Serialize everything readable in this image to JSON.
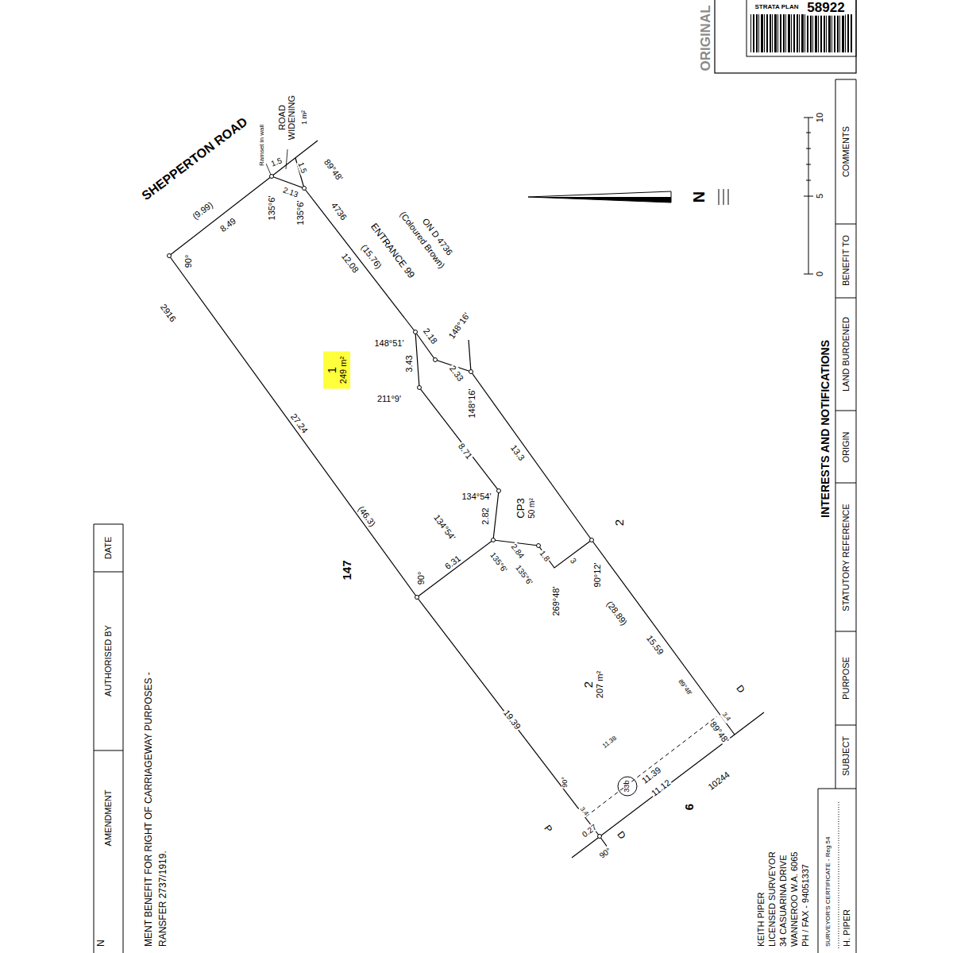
{
  "diagram": {
    "nodes": [
      {
        "text": [
          "1",
          "249 m²"
        ]
      },
      {
        "text": [
          "CP3",
          "50 m²"
        ]
      },
      {
        "text": [
          "2",
          "207 m²"
        ]
      }
    ],
    "labels": [
      "SHEPPERTON ROAD",
      "Ramset in wall",
      "ROAD WIDENING",
      "1 m²",
      "1.5",
      "1.5",
      "2.13",
      "89°48'",
      "135°6'",
      "135°6'",
      "(9.99)",
      "8.49",
      "90°",
      "2916",
      "4736",
      "(15.76)",
      "ENTRANCE 99",
      "(Coloured Brown)",
      "ON D 4736",
      "12.08",
      "148°51'",
      "2.18",
      "148°16'",
      "3.43",
      "2.33",
      "211°9'",
      "148°16'",
      "8.71",
      "13.3",
      "27.24",
      "(46.3)",
      "147",
      "134°54'",
      "2.82",
      "134°54'",
      "2",
      "6.31",
      "90°",
      "135°6'",
      "2.84",
      "1.8",
      "135°6'",
      "3",
      "269°48'",
      "90°12'",
      "(28.89)",
      "15.59",
      "19.39",
      "89°48'",
      "89°48'",
      "D",
      "11.38",
      "90°",
      "3.4",
      "3.4",
      "33b",
      "11.39",
      "11.12",
      "10244",
      "6",
      "D",
      "P",
      "0.27",
      "90°",
      "N",
      "0",
      "5",
      "10",
      "ORIGINAL",
      "STRATA PLAN",
      "58922",
      "INTERESTS AND NOTIFICATIONS",
      "SUBJECT",
      "PURPOSE",
      "STATUTORY REFERENCE",
      "ORIGIN",
      "LAND BURDENED",
      "BENEFIT TO",
      "COMMENTS",
      "AMENDMENT",
      "AUTHORISED BY",
      "DATE",
      "MENT BENEFIT FOR RIGHT OF CARRIAGEWAY PURPOSES -",
      "RANSFER 2737/1919.",
      "N",
      "KEITH PIPER",
      "LICENSED SURVEYOR",
      "34 CASUARINA DRIVE",
      "WANNEROO W.A. 6065",
      "PH / FAX - 94051337",
      "SURVEYOR'S CERTIFICATE - Reg 54",
      "H. PIPER"
    ]
  }
}
